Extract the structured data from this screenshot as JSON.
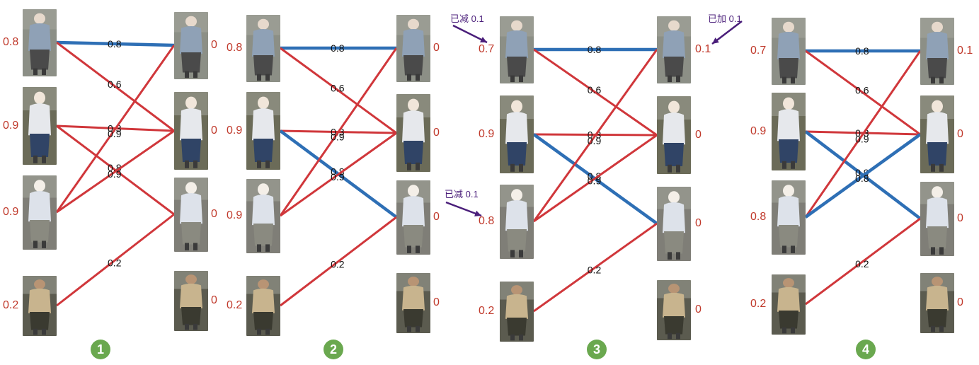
{
  "panels": [
    {
      "step": "1",
      "left_labels": [
        "0.8",
        "0.9",
        "0.9",
        "0.2"
      ],
      "right_labels": [
        "0",
        "0",
        "0",
        "0"
      ],
      "edges": [
        {
          "from": 0,
          "to": 0,
          "w": "0.8",
          "color": "blue"
        },
        {
          "from": 0,
          "to": 1,
          "w": "0.6",
          "color": "red"
        },
        {
          "from": 1,
          "to": 1,
          "w": "0.3",
          "color": "red"
        },
        {
          "from": 1,
          "to": 2,
          "w": "0.8",
          "color": "red"
        },
        {
          "from": 2,
          "to": 0,
          "w": "0.9",
          "color": "red"
        },
        {
          "from": 2,
          "to": 1,
          "w": "0.9",
          "color": "red"
        },
        {
          "from": 3,
          "to": 2,
          "w": "0.2",
          "color": "red"
        }
      ]
    },
    {
      "step": "2",
      "left_labels": [
        "0.8",
        "0.9",
        "0.9",
        "0.2"
      ],
      "right_labels": [
        "0",
        "0",
        "0",
        "0"
      ],
      "edges": [
        {
          "from": 0,
          "to": 0,
          "w": "0.8",
          "color": "blue"
        },
        {
          "from": 0,
          "to": 1,
          "w": "0.6",
          "color": "red"
        },
        {
          "from": 1,
          "to": 1,
          "w": "0.3",
          "color": "red"
        },
        {
          "from": 1,
          "to": 2,
          "w": "0.8",
          "color": "blue"
        },
        {
          "from": 2,
          "to": 0,
          "w": "0.9",
          "color": "red"
        },
        {
          "from": 2,
          "to": 1,
          "w": "0.9",
          "color": "red"
        },
        {
          "from": 3,
          "to": 2,
          "w": "0.2",
          "color": "red"
        }
      ]
    },
    {
      "step": "3",
      "left_labels": [
        "0.7",
        "0.9",
        "0.8",
        "0.2"
      ],
      "right_labels": [
        "0.1",
        "0",
        "0",
        "0"
      ],
      "edges": [
        {
          "from": 0,
          "to": 0,
          "w": "0.8",
          "color": "blue"
        },
        {
          "from": 0,
          "to": 1,
          "w": "0.6",
          "color": "red"
        },
        {
          "from": 1,
          "to": 1,
          "w": "0.3",
          "color": "red"
        },
        {
          "from": 1,
          "to": 2,
          "w": "0.8",
          "color": "blue"
        },
        {
          "from": 2,
          "to": 0,
          "w": "0.9",
          "color": "red"
        },
        {
          "from": 2,
          "to": 1,
          "w": "0.9",
          "color": "red"
        },
        {
          "from": 3,
          "to": 2,
          "w": "0.2",
          "color": "red"
        }
      ]
    },
    {
      "step": "4",
      "left_labels": [
        "0.7",
        "0.9",
        "0.8",
        "0.2"
      ],
      "right_labels": [
        "0.1",
        "0",
        "0",
        "0"
      ],
      "edges": [
        {
          "from": 0,
          "to": 0,
          "w": "0.8",
          "color": "blue"
        },
        {
          "from": 0,
          "to": 1,
          "w": "0.6",
          "color": "red"
        },
        {
          "from": 1,
          "to": 1,
          "w": "0.3",
          "color": "red"
        },
        {
          "from": 1,
          "to": 2,
          "w": "0.9",
          "color": "blue"
        },
        {
          "from": 2,
          "to": 0,
          "w": "0.9",
          "color": "red"
        },
        {
          "from": 2,
          "to": 1,
          "w": "0.8",
          "color": "blue"
        },
        {
          "from": 3,
          "to": 2,
          "w": "0.2",
          "color": "red"
        }
      ]
    }
  ],
  "annotations": {
    "left_top": "已减 0.1",
    "left_mid": "已减 0.1",
    "right_top": "已加 0.1"
  },
  "colors": {
    "red": "#d0373b",
    "blue": "#2e6fb5",
    "label_red": "#c0392b",
    "step_green": "#6aa84f",
    "arrow": "#4a1e7a"
  }
}
